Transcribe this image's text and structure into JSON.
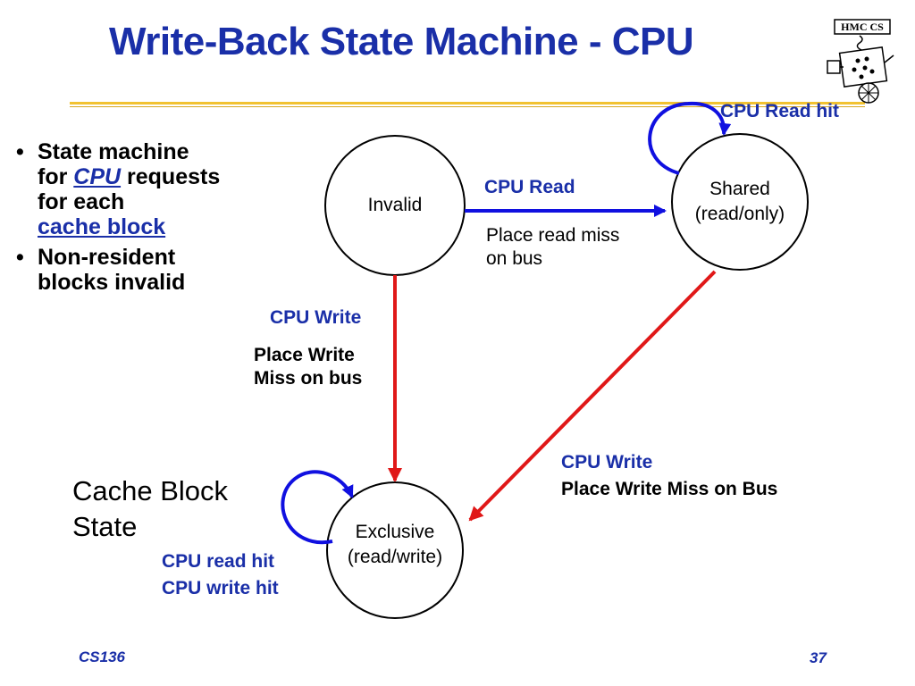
{
  "slide": {
    "title": "Write-Back State Machine - CPU",
    "footer_left": "CS136",
    "page_number": "37",
    "logo_text": "HMC CS"
  },
  "bullets": [
    {
      "line1": "State machine",
      "line2_prefix": "for ",
      "line2_link": "CPU",
      "line2_suffix": " requests",
      "line3": "for each",
      "line4_link": "cache block"
    },
    {
      "line1": "Non-resident",
      "line2": "blocks invalid"
    }
  ],
  "legend": {
    "line1": "Cache Block",
    "line2": "State"
  },
  "states": {
    "invalid": {
      "line1": "Invalid"
    },
    "shared": {
      "line1": "Shared",
      "line2": "(read/only)"
    },
    "exclusive": {
      "line1": "Exclusive",
      "line2": "(read/write)"
    }
  },
  "transitions": {
    "invalid_to_shared": {
      "trigger": "CPU Read",
      "action_line1": "Place read miss",
      "action_line2": "on bus"
    },
    "shared_self": {
      "trigger": "CPU Read hit"
    },
    "invalid_to_exclusive": {
      "trigger": "CPU Write",
      "action_line1": "Place Write",
      "action_line2": "Miss on bus"
    },
    "shared_to_exclusive": {
      "trigger": "CPU Write",
      "action": "Place Write Miss on Bus"
    },
    "exclusive_self": {
      "trigger_line1": "CPU read hit",
      "trigger_line2": "CPU write hit"
    }
  },
  "colors": {
    "title_blue": "#1a2fa8",
    "arrow_blue": "#1010e0",
    "arrow_red": "#e01818",
    "rule_gold": "#f2c230"
  }
}
